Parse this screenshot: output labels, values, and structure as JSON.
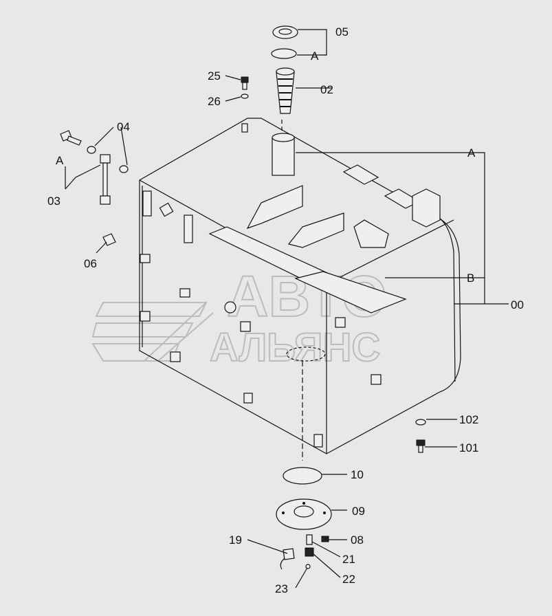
{
  "labels": {
    "p05": "05",
    "pA_top": "A",
    "p02": "02",
    "p25": "25",
    "p26": "26",
    "p04": "04",
    "pA_left": "A",
    "p03": "03",
    "p06": "06",
    "pA_right": "A",
    "pB": "B",
    "p00": "00",
    "p102": "102",
    "p101": "101",
    "p10": "10",
    "p09": "09",
    "p08": "08",
    "p19": "19",
    "p21": "21",
    "p22": "22",
    "p23": "23"
  },
  "watermark": {
    "line1": "АВТО",
    "line2": "АЛЬЯНС"
  },
  "colors": {
    "background": "#e8e8e8",
    "line": "#111111",
    "watermark": "#b8b8b8"
  }
}
